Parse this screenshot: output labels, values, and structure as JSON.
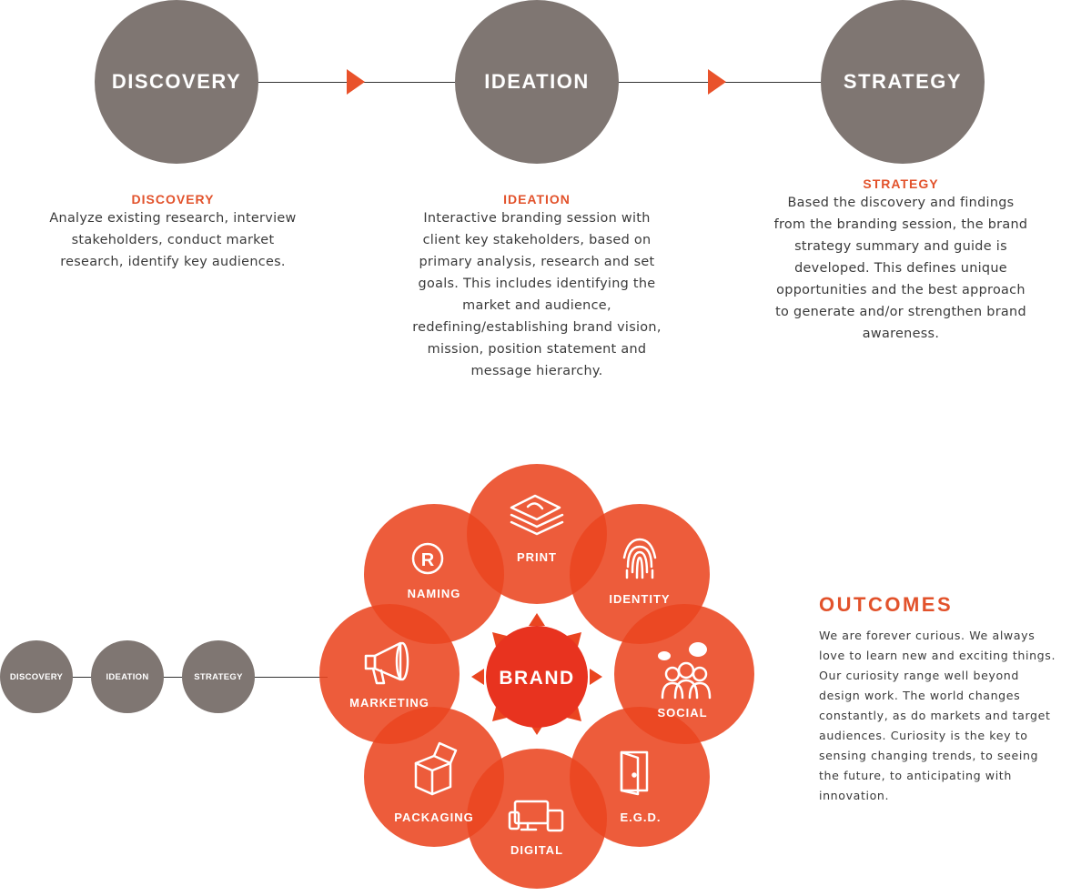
{
  "colors": {
    "accent": "#e9522b",
    "circle_gray": "#7f7672",
    "wheel_red": "#ea4520",
    "text": "#3a3a3a"
  },
  "process": {
    "steps": [
      {
        "label": "DISCOVERY",
        "title": "DISCOVERY",
        "lines": [
          "Analyze existing research, interview",
          "stakeholders, conduct market",
          "research, identify key audiences."
        ]
      },
      {
        "label": "IDEATION",
        "title": "IDEATION",
        "lines": [
          "Interactive branding session with",
          "client key stakeholders, based on",
          "primary analysis, research and set",
          "goals. This includes identifying the",
          "market and audience,",
          "redefining/establishing brand vision,",
          "mission, position statement and",
          "message hierarchy."
        ]
      },
      {
        "label": "STRATEGY",
        "title": "STRATEGY",
        "lines": [
          "Based the discovery and findings",
          "from the branding session, the brand",
          "strategy summary and guide is",
          "developed. This defines unique",
          "opportunities and the best approach",
          "to generate and/or strengthen brand",
          "awareness."
        ]
      }
    ]
  },
  "mini_process": [
    "DISCOVERY",
    "IDEATION",
    "STRATEGY"
  ],
  "wheel": {
    "center": "BRAND",
    "petals": [
      {
        "label": "PRINT",
        "icon": "print-stack-icon"
      },
      {
        "label": "IDENTITY",
        "icon": "fingerprint-icon"
      },
      {
        "label": "SOCIAL",
        "icon": "social-people-icon"
      },
      {
        "label": "E.G.D.",
        "icon": "door-icon"
      },
      {
        "label": "DIGITAL",
        "icon": "devices-icon"
      },
      {
        "label": "PACKAGING",
        "icon": "box-icon"
      },
      {
        "label": "MARKETING",
        "icon": "megaphone-icon"
      },
      {
        "label": "NAMING",
        "icon": "registered-icon"
      }
    ]
  },
  "outcomes": {
    "title": "OUTCOMES",
    "lines": [
      "We are forever curious. We always",
      "love to learn new and exciting things.",
      "Our curiosity range well beyond",
      "design work. The world changes",
      "constantly, as do markets and target",
      "audiences. Curiosity is the key to",
      "sensing changing trends, to seeing",
      "the future, to anticipating with",
      "innovation."
    ]
  }
}
